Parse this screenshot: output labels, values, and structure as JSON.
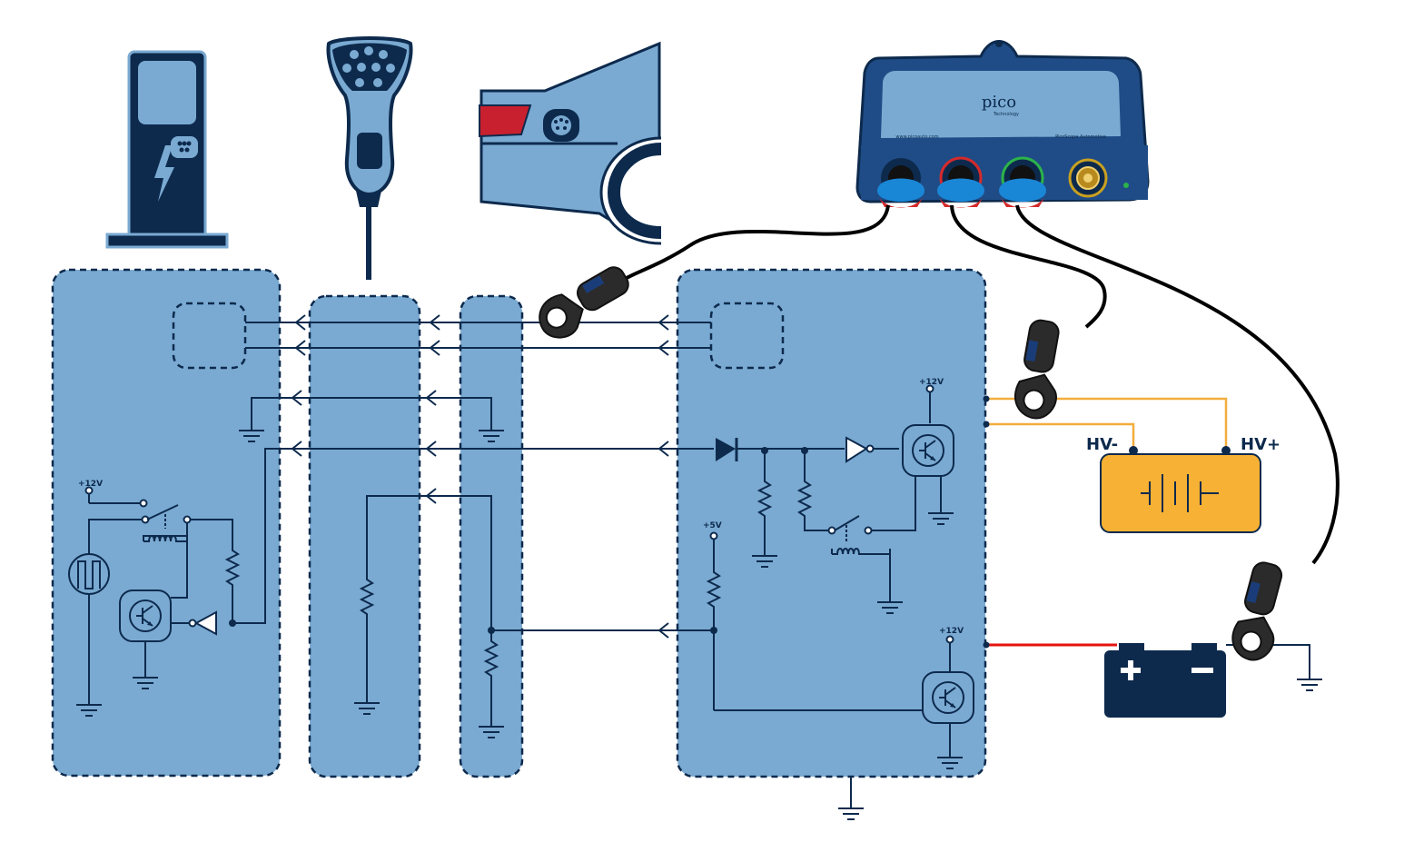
{
  "labels": {
    "hv_minus": "HV-",
    "hv_plus": "HV+",
    "evse_supply": "+12V",
    "vehicle_supply_5v": "+5V",
    "vehicle_supply_12v_top": "+12V",
    "vehicle_supply_12v_bottom": "+12V"
  },
  "logo": {
    "brand": "pico",
    "sub": "Technology",
    "url": "www.picoauto.com",
    "product": "PicoScope Automotive"
  },
  "colors": {
    "panel_fill": "#7aaad2",
    "panel_stroke": "#0d2a4d",
    "wire": "#0d2a4d",
    "hv_wire": "#f3ad3d",
    "hv_battery": "#f7b134",
    "lv_battery": "#0d2a4d",
    "lv_positive_wire": "#e3130f",
    "probe_cable": "#000000",
    "scope_body": "#1f4c86",
    "channel_a": "#d42a2c",
    "channel_b": "#d42a2c",
    "channel_c": "#d42a2c",
    "connector_blue": "#1a86d6",
    "vehicle_body": "#7aaad2",
    "charge_flap": "#c8202e"
  },
  "icons": [
    "charging-station-icon",
    "charging-plug-icon",
    "vehicle-inlet-icon",
    "oscilloscope-icon",
    "current-clamp-icon",
    "battery-icon",
    "ground-icon",
    "transistor-icon",
    "diode-icon",
    "resistor-icon",
    "relay-icon",
    "inverter-icon",
    "oscillator-icon",
    "arrow-icon"
  ]
}
